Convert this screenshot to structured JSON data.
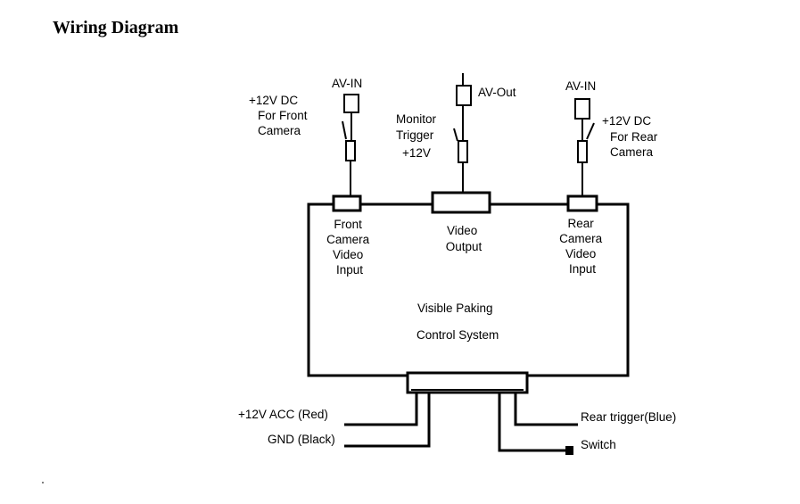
{
  "title": "Wiring Diagram",
  "labels": {
    "av_in_front": "AV-IN",
    "front_power": [
      "+12V DC",
      "For Front",
      "Camera"
    ],
    "av_out": "AV-Out",
    "monitor_trigger": [
      "Monitor",
      "Trigger",
      "+12V"
    ],
    "av_in_rear": "AV-IN",
    "rear_power": [
      "+12V DC",
      "For Rear",
      "Camera"
    ],
    "front_input": [
      "Front",
      "Camera",
      "Video",
      "Input"
    ],
    "video_output": [
      "Video",
      "Output"
    ],
    "rear_input": [
      "Rear",
      "Camera",
      "Video",
      "Input"
    ],
    "system_line1": "Visible Paking",
    "system_line2": "Control System",
    "acc": "+12V ACC (Red)",
    "gnd": "GND  (Black)",
    "rear_trigger": "Rear trigger(Blue)",
    "switch": "Switch"
  }
}
